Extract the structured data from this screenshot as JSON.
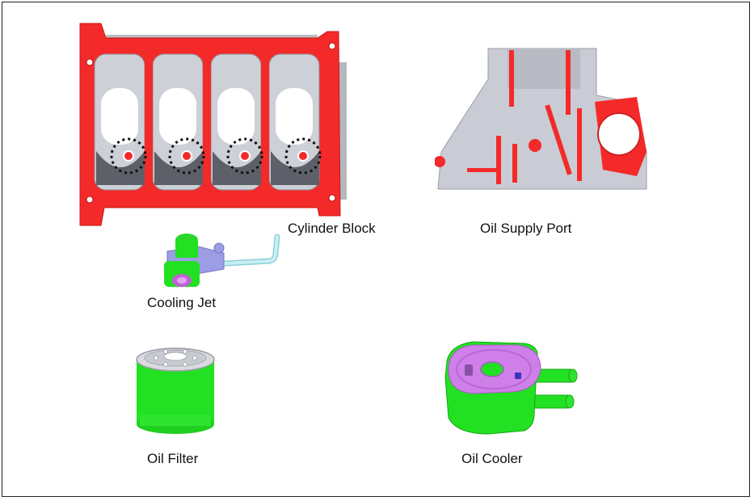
{
  "labels": {
    "cylinder_block": "Cylinder Block",
    "oil_supply_port": "Oil Supply Port",
    "cooling_jet": "Cooling Jet",
    "oil_filter": "Oil Filter",
    "oil_cooler": "Oil Cooler"
  },
  "colors": {
    "highlight_red": "#f42a2a",
    "component_green": "#22e022",
    "component_violet": "#cf7fe8",
    "jet_lavender": "#9d9de6",
    "jet_pipe_cyan": "#a6e6ee",
    "metal_gray": "#c8ccd4",
    "frame_border": "#222222"
  },
  "icons": {
    "cylinder_block": "cylinder-block-figure",
    "oil_supply_port": "oil-supply-port-figure",
    "cooling_jet": "cooling-jet-figure",
    "oil_filter": "oil-filter-figure",
    "oil_cooler": "oil-cooler-figure",
    "markers": "dotted-circle-marker"
  }
}
